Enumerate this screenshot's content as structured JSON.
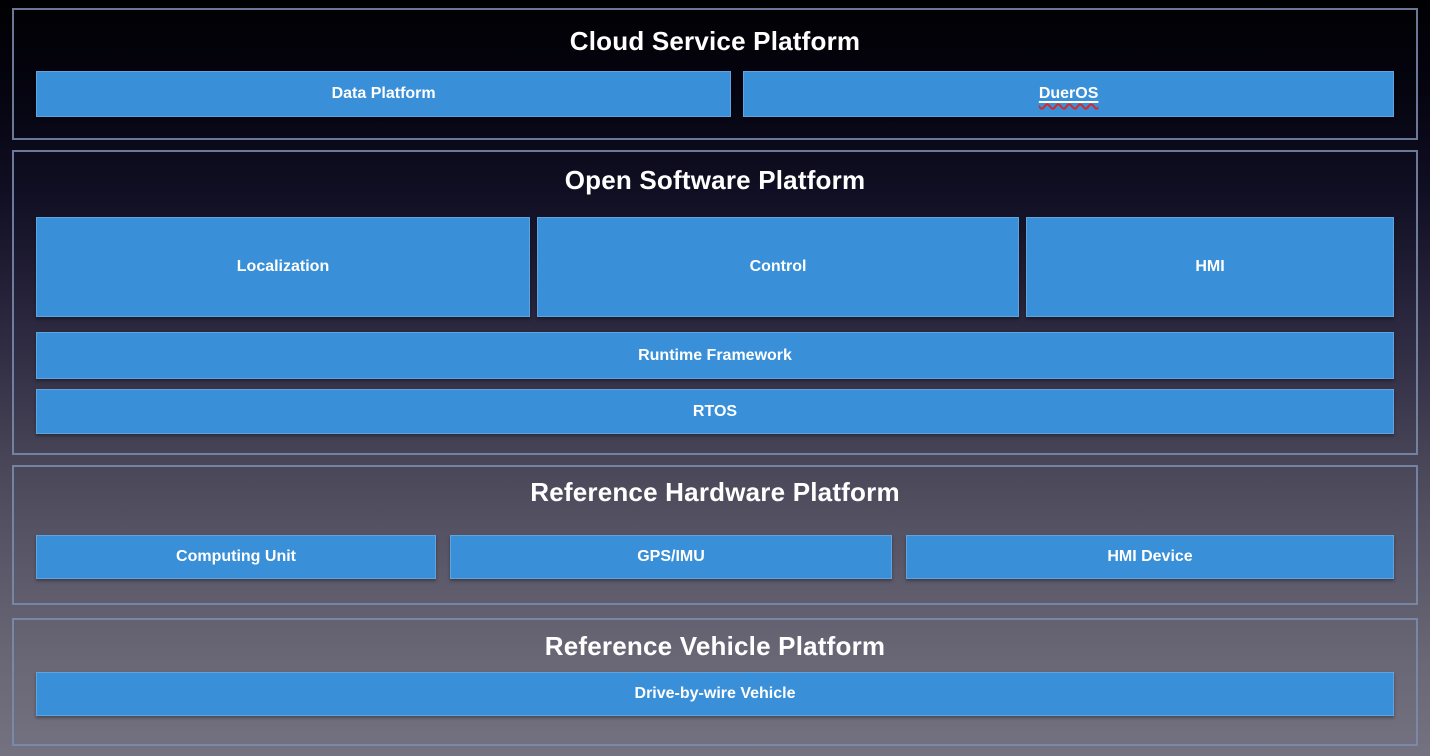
{
  "diagram": {
    "kind": "layered-architecture-diagram"
  },
  "colors": {
    "block_blue": "#3990d8",
    "section_border": "#7d8dab",
    "title_text": "#ffffff",
    "block_text": "#ffffff",
    "spellcheck_wavy_red": "#d42a2a",
    "background_top": "#010103",
    "background_bottom": "#747281"
  },
  "sections": [
    {
      "title": "Cloud Service Platform",
      "rows": [
        {
          "boxes": [
            {
              "label": "Data Platform"
            },
            {
              "label": "DuerOS",
              "decoration": "underline-with-red-squiggle"
            }
          ]
        }
      ]
    },
    {
      "title": "Open Software Platform",
      "rows": [
        {
          "boxes": [
            {
              "label": "Localization"
            },
            {
              "label": "Control"
            },
            {
              "label": "HMI"
            }
          ]
        },
        {
          "boxes": [
            {
              "label": "Runtime Framework"
            }
          ]
        },
        {
          "boxes": [
            {
              "label": "RTOS"
            }
          ]
        }
      ]
    },
    {
      "title": "Reference Hardware Platform",
      "rows": [
        {
          "boxes": [
            {
              "label": "Computing Unit"
            },
            {
              "label": "GPS/IMU"
            },
            {
              "label": "HMI Device"
            }
          ]
        }
      ]
    },
    {
      "title": "Reference Vehicle Platform",
      "rows": [
        {
          "boxes": [
            {
              "label": "Drive-by-wire Vehicle"
            }
          ]
        }
      ]
    }
  ]
}
